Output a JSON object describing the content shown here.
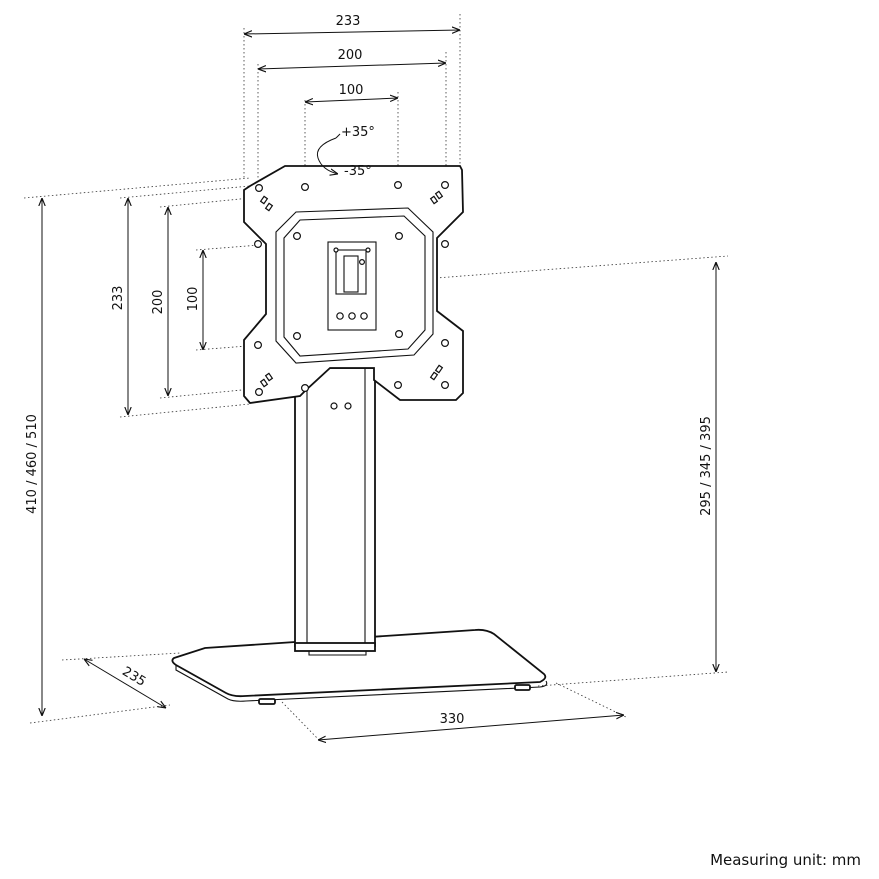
{
  "dimensions": {
    "plate_width_outer": "233",
    "plate_width_mid": "200",
    "plate_width_inner": "100",
    "plate_height_outer": "233",
    "plate_height_mid": "200",
    "plate_height_inner": "100",
    "total_height": "410 / 460 / 510",
    "center_height": "295 / 345 / 395",
    "base_depth": "235",
    "base_width": "330"
  },
  "tilt": {
    "up": "+35°",
    "down": "-35°"
  },
  "footer": {
    "unit_note": "Measuring unit: mm"
  }
}
